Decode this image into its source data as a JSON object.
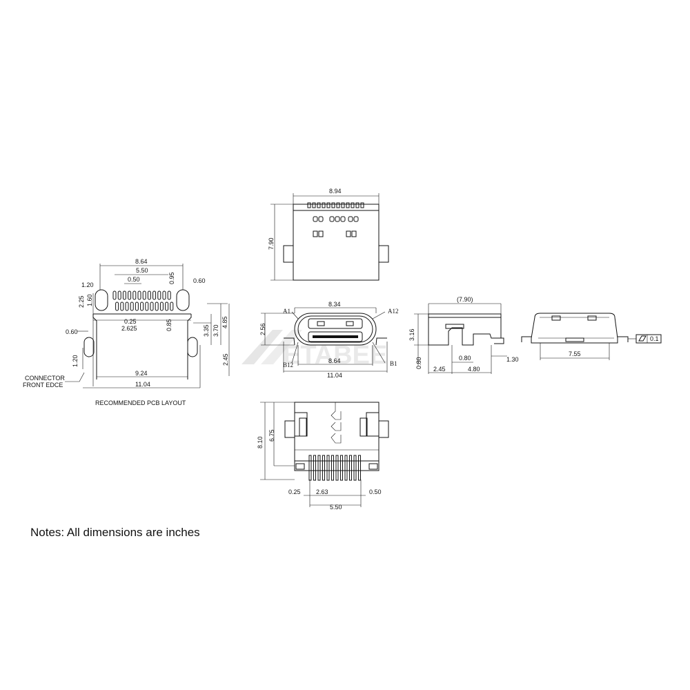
{
  "notes": "Notes: All dimensions are inches",
  "watermark": "ETABEE",
  "pcb_layout": {
    "caption": "RECOMMENDED PCB LAYOUT",
    "front_edge_label": [
      "CONNECTOR",
      "FRONT EDCE"
    ],
    "dims": {
      "d_8_64": "8.64",
      "d_5_50": "5.50",
      "d_0_50": "0.50",
      "d_0_95": "0.95",
      "d_1_20_top": "1.20",
      "d_0_60_top": "0.60",
      "d_2_25": "2.25",
      "d_1_60": "1.60",
      "d_0_25": "0.25",
      "d_2_625": "2.625",
      "d_0_85": "0.85",
      "d_3_35": "3.35",
      "d_3_70": "3.70",
      "d_4_85": "4.85",
      "d_0_60_left": "0.60",
      "d_1_20_left": "1.20",
      "d_2_45": "2.45",
      "d_9_24": "9.24",
      "d_11_04": "11.04"
    }
  },
  "top_view": {
    "dims": {
      "width": "8.94",
      "height": "7.90"
    }
  },
  "front_view": {
    "dims": {
      "outer": "8.34",
      "height": "2.56",
      "inner": "8.64",
      "overall": "11.04"
    },
    "pins": {
      "a1": "A1",
      "a12": "A12",
      "b12": "B12",
      "b1": "B1"
    }
  },
  "side_view": {
    "dims": {
      "length": "(7.90)",
      "height": "3.16",
      "d_0_80a": "0.80",
      "d_1_30": "1.30",
      "d_0_80b": "0.80",
      "d_2_45": "2.45",
      "d_4_80": "4.80"
    }
  },
  "end_view": {
    "dims": {
      "width": "7.55"
    },
    "flatness": "0.1"
  },
  "bottom_view": {
    "dims": {
      "d_8_10": "8.10",
      "d_6_75": "6.75",
      "d_0_25": "0.25",
      "d_2_63": "2.63",
      "d_0_50": "0.50",
      "d_5_50": "5.50"
    }
  }
}
